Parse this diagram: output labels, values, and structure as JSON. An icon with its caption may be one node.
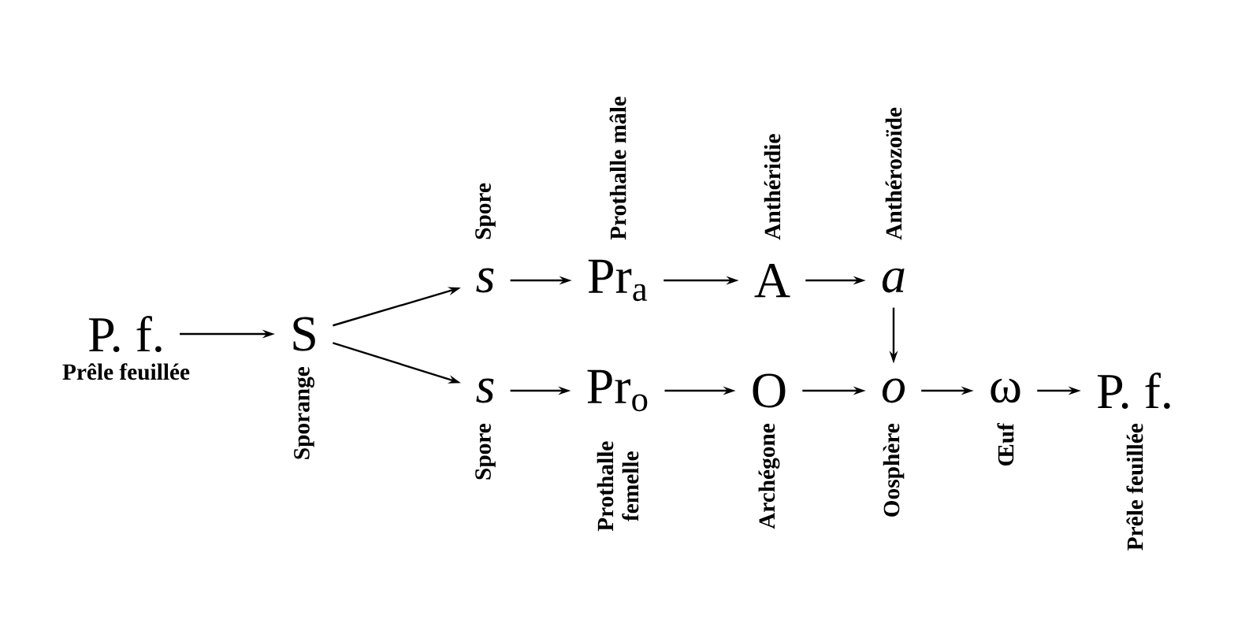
{
  "diagram": {
    "nodes": [
      {
        "text": [
          "P. f."
        ],
        "beside": [
          "Prêle feuillée"
        ]
      },
      {
        "text": [
          "S"
        ],
        "beside": [
          "Sporange"
        ]
      },
      {
        "text": [
          "*s*"
        ],
        "beside": [
          "Spore"
        ]
      },
      {
        "text": [
          "Pr$_{a}$"
        ],
        "beside": [
          "Prothalle mâle"
        ]
      },
      {
        "text": [
          "A"
        ],
        "beside": [
          "Anthéridie"
        ]
      },
      {
        "text": [
          "*a*"
        ],
        "beside": [
          "Anthérozoïde"
        ]
      },
      {
        "text": [
          "*s*"
        ],
        "beside": [
          "Spore"
        ]
      },
      {
        "text": [
          "Pr$_{o}$"
        ],
        "beside": [
          "Prothalle femelle"
        ]
      },
      {
        "text": [
          "O"
        ],
        "beside": [
          "Archégone"
        ]
      },
      {
        "text": [
          "*o*"
        ],
        "beside": [
          "Oosphère"
        ]
      },
      {
        "text": [
          "ω"
        ],
        "beside": [
          "Œuf"
        ]
      },
      {
        "text": [
          "P. f."
        ],
        "beside": [
          "Prêle feuillée"
        ]
      }
    ],
    "edges": [
      {
        "from": 0,
        "to": 1,
        "arrow": "to"
      },
      {
        "from": 1,
        "to": 2,
        "arrow": "to"
      },
      {
        "from": 1,
        "to": 6,
        "arrow": "to"
      },
      {
        "from": 2,
        "to": 3,
        "arrow": "to"
      },
      {
        "from": 3,
        "to": 4,
        "arrow": "to"
      },
      {
        "from": 4,
        "to": 5,
        "arrow": "to"
      },
      {
        "from": 5,
        "to": 9,
        "arrow": "to"
      },
      {
        "from": 6,
        "to": 7,
        "arrow": "to"
      },
      {
        "from": 7,
        "to": 8,
        "arrow": "to"
      },
      {
        "from": 8,
        "to": 9,
        "arrow": "to"
      },
      {
        "from": 9,
        "to": 10,
        "arrow": "to"
      },
      {
        "from": 10,
        "to": 11,
        "arrow": "to"
      }
    ]
  }
}
